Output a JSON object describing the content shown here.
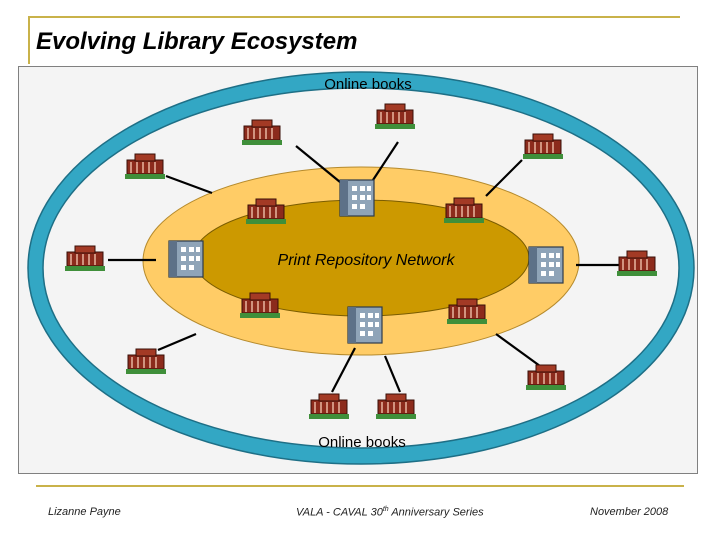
{
  "title": "Evolving Library Ecosystem",
  "outer_ring_label_top": "Online books",
  "outer_ring_label_bottom": "Online books",
  "center_label": "Print Repository Network",
  "footer": {
    "left": "Lizanne Payne",
    "center_prefix": "VALA - CAVAL 30",
    "center_sup": "th",
    "center_suffix": " Anniversary Series",
    "right": "November 2008"
  },
  "colors": {
    "outer_ring": "#33a7c4",
    "middle_ring": "#ffcc66",
    "inner_core": "#cc9900",
    "accent": "#c9b24a"
  },
  "icons": {
    "library": "library-building-icon",
    "repository": "repository-building-icon"
  }
}
